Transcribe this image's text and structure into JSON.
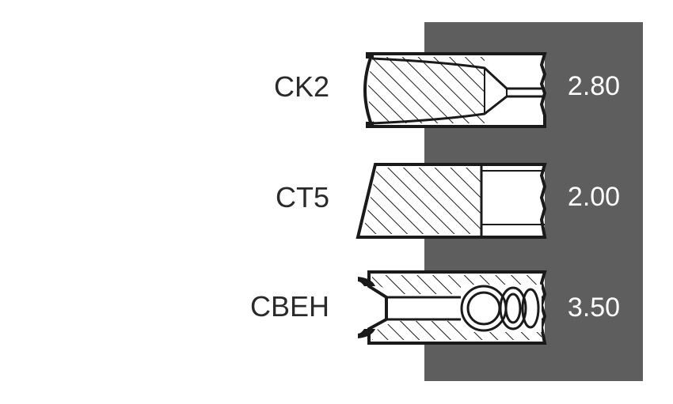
{
  "colors": {
    "panel": "#5e5e5e",
    "ink": "#1a1a1a",
    "background": "#ffffff",
    "width_text": "#ffffff"
  },
  "rings": [
    {
      "code": "CK2",
      "width": "2.80",
      "profile": "taper-face-hatched-icon"
    },
    {
      "code": "CT5",
      "width": "2.00",
      "profile": "rectangular-hatched-icon"
    },
    {
      "code": "CBEH",
      "width": "3.50",
      "profile": "oil-ring-with-spring-icon"
    }
  ]
}
